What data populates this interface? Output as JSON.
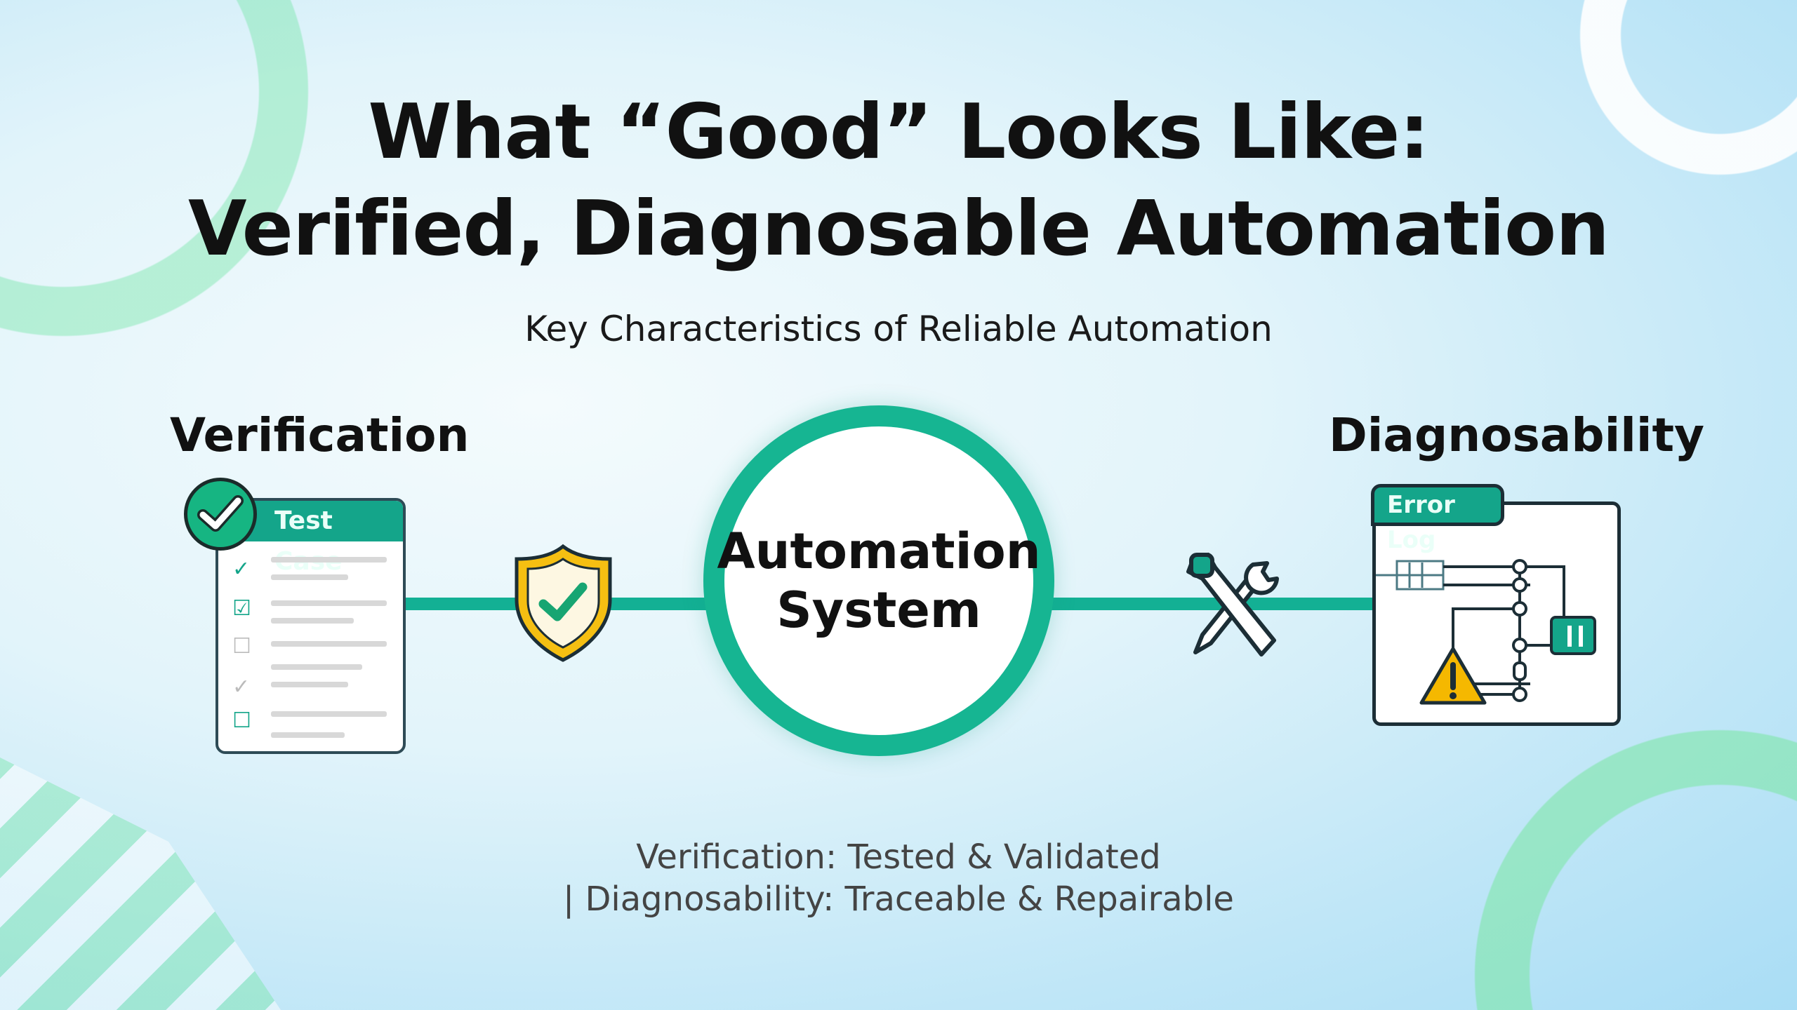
{
  "title": {
    "line1": "What “Good” Looks Like:",
    "line2": "Verified, Diagnosable Automation"
  },
  "subtitle": "Key Characteristics of Reliable Automation",
  "left": {
    "heading": "Verification",
    "card_title": "Test Case"
  },
  "center": {
    "line1": "Automation",
    "line2": "System"
  },
  "right": {
    "heading": "Diagnosability",
    "card_title": "Error Log"
  },
  "footer": {
    "line1": "Verification: Tested & Validated",
    "line2": "| Diagnosability:  Traceable & Repairable"
  },
  "colors": {
    "accent": "#16b592",
    "header": "#14a58a",
    "warning": "#f5b800",
    "text": "#111111"
  }
}
